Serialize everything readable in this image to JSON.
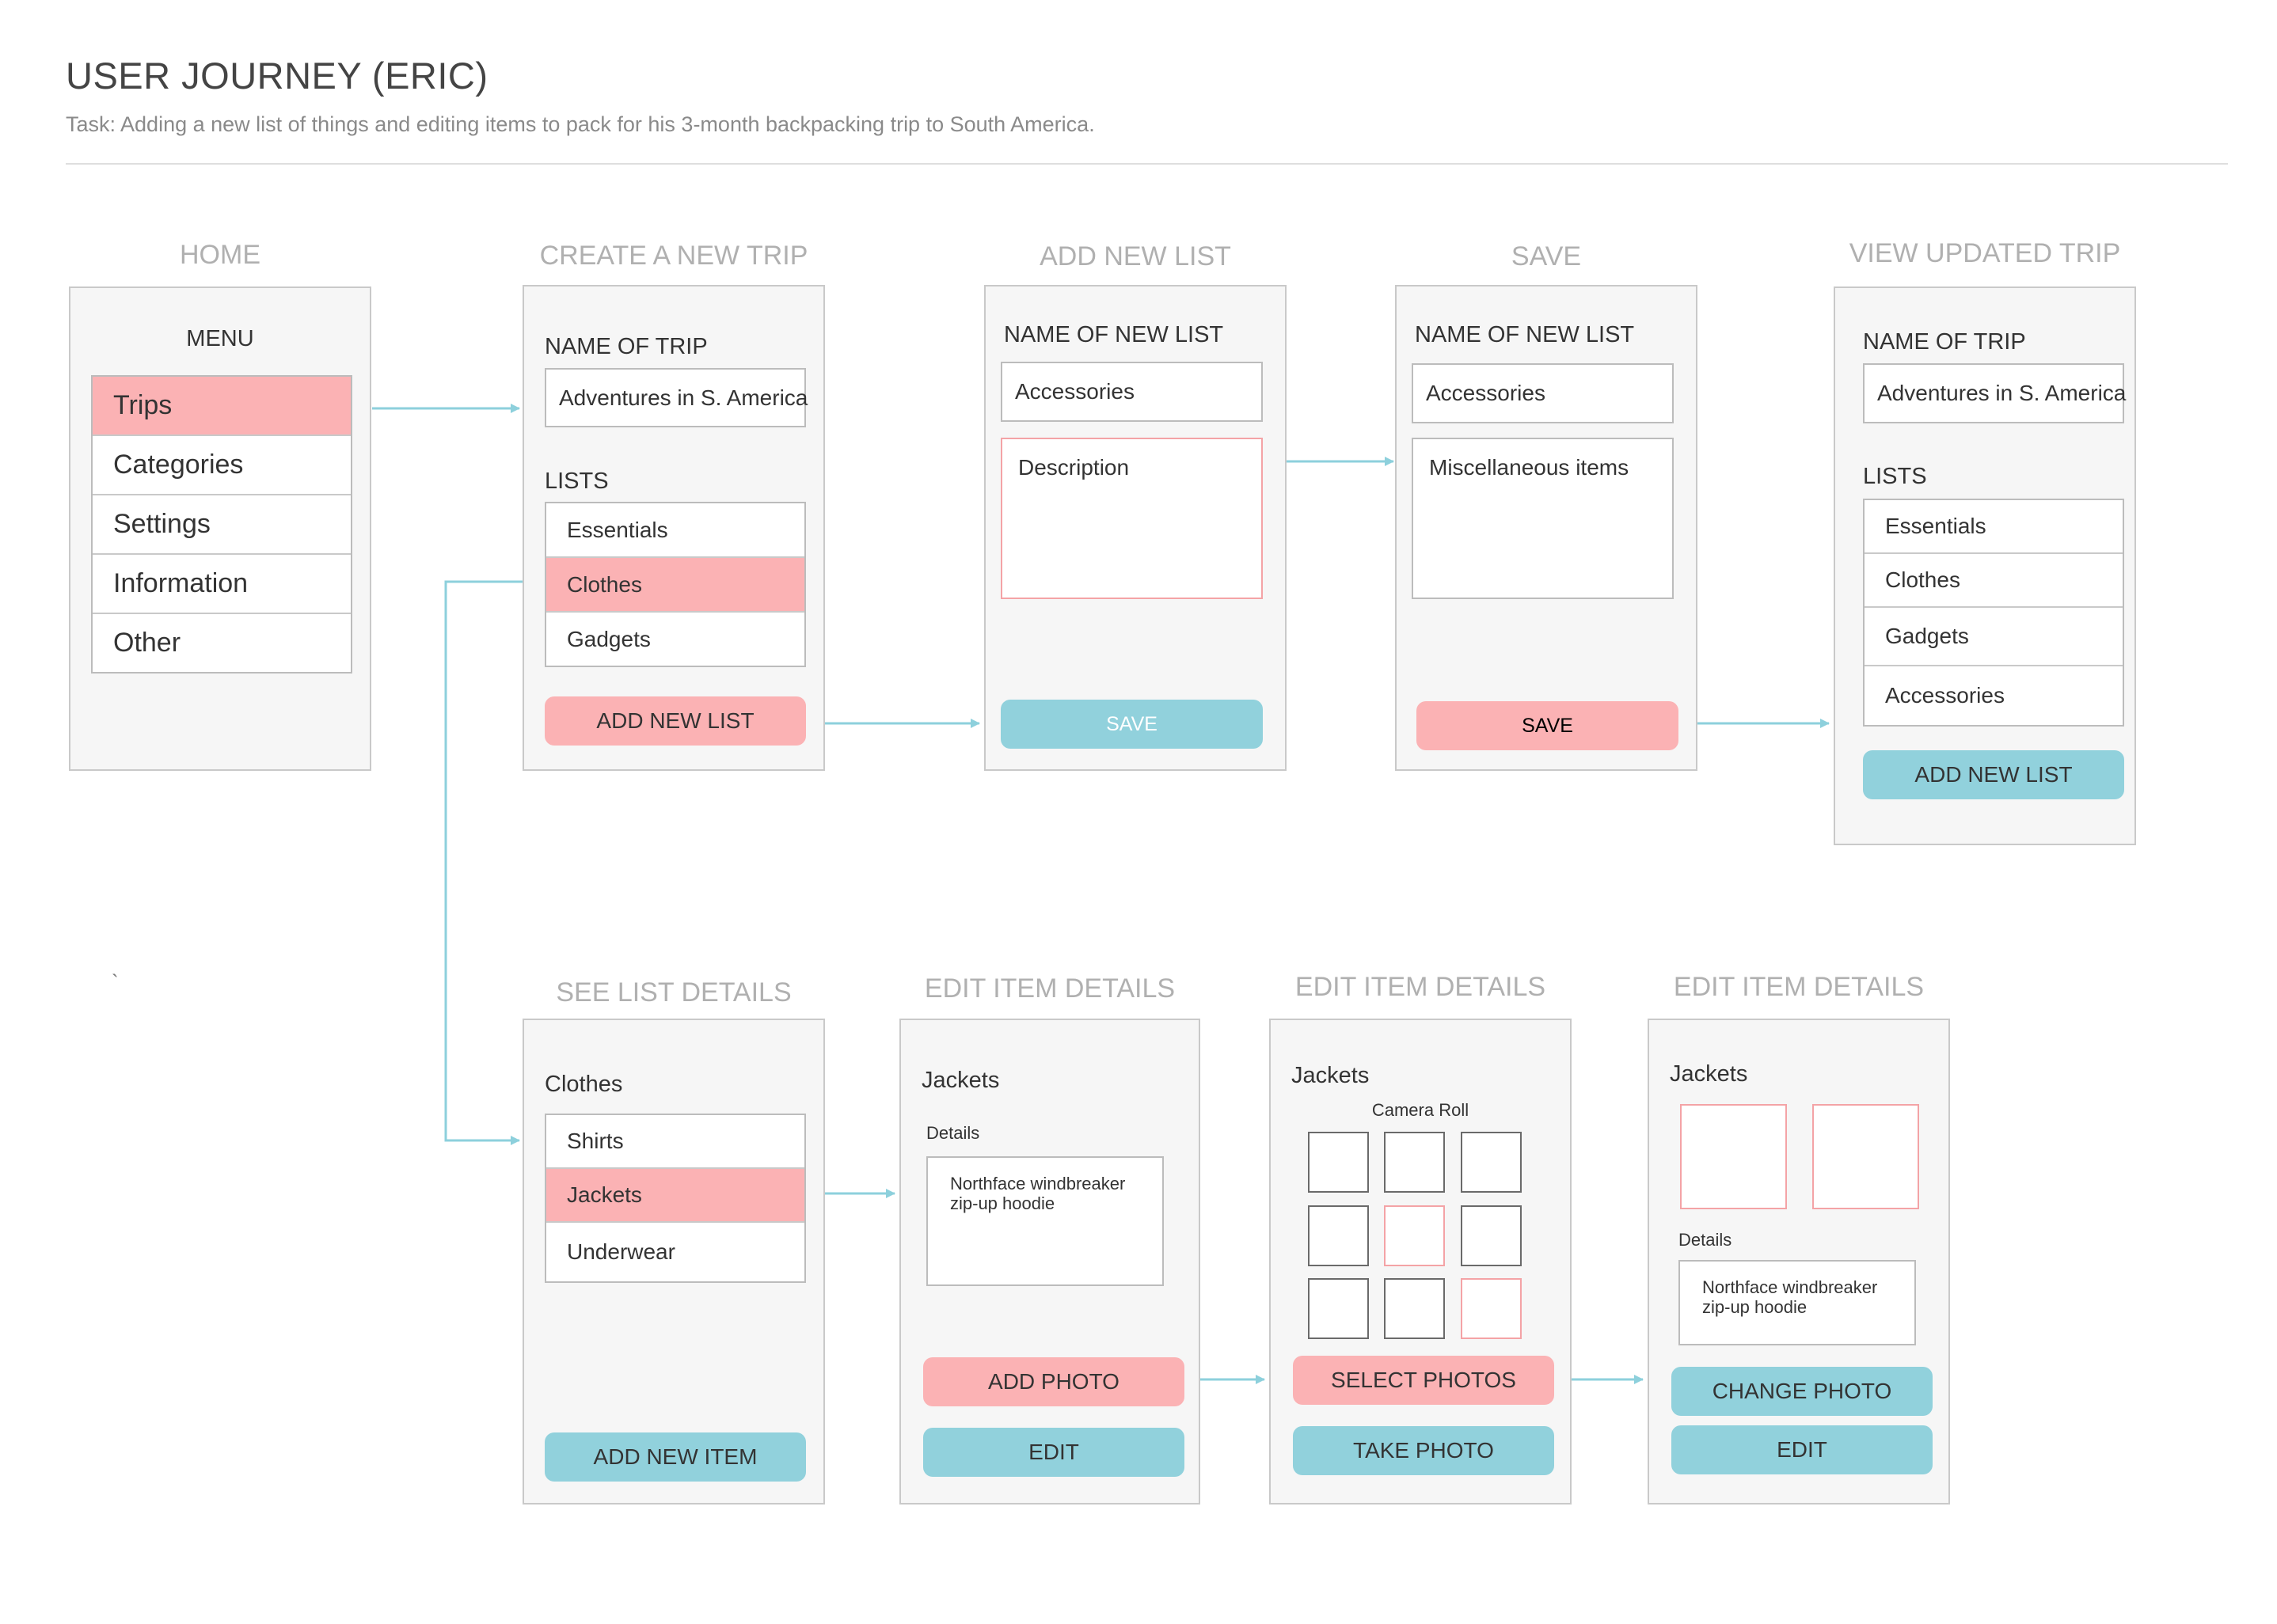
{
  "header": {
    "title": "USER JOURNEY (ERIC)",
    "subtitle": "Task: Adding a new list of things and editing items to pack for his 3-month backpacking trip to South America.",
    "stray_mark": "`"
  },
  "colors": {
    "accent_pink": "#fbb2b4",
    "accent_blue": "#91d1dc",
    "arrow": "#8dd0dc"
  },
  "screens": {
    "home": {
      "title": "HOME",
      "menu_label": "MENU",
      "menu_items": [
        "Trips",
        "Categories",
        "Settings",
        "Information",
        "Other"
      ]
    },
    "create_trip": {
      "title": "CREATE A NEW TRIP",
      "name_label": "NAME OF TRIP",
      "name_value": "Adventures in S. America",
      "lists_label": "LISTS",
      "lists": [
        "Essentials",
        "Clothes",
        "Gadgets"
      ],
      "button": "ADD NEW LIST"
    },
    "add_list": {
      "title": "ADD NEW LIST",
      "name_label": "NAME OF NEW LIST",
      "name_value": "Accessories",
      "description_placeholder": "Description",
      "button": "SAVE"
    },
    "save": {
      "title": "SAVE",
      "name_label": "NAME OF NEW LIST",
      "name_value": "Accessories",
      "description_value": "Miscellaneous items",
      "button": "SAVE"
    },
    "view_trip": {
      "title": "VIEW UPDATED TRIP",
      "name_label": "NAME OF TRIP",
      "name_value": "Adventures in S. America",
      "lists_label": "LISTS",
      "lists": [
        "Essentials",
        "Clothes",
        "Gadgets",
        "Accessories"
      ],
      "button": "ADD NEW LIST"
    },
    "list_details": {
      "title": "SEE LIST DETAILS",
      "heading": "Clothes",
      "items": [
        "Shirts",
        "Jackets",
        "Underwear"
      ],
      "button": "ADD NEW ITEM"
    },
    "edit_item_1": {
      "title": "EDIT ITEM DETAILS",
      "heading": "Jackets",
      "details_label": "Details",
      "details_line1": "Northface windbreaker",
      "details_line2": "zip-up hoodie",
      "button_primary": "ADD PHOTO",
      "button_secondary": "EDIT"
    },
    "edit_item_2": {
      "title": "EDIT ITEM DETAILS",
      "heading": "Jackets",
      "camera_roll_label": "Camera Roll",
      "button_primary": "SELECT PHOTOS",
      "button_secondary": "TAKE PHOTO"
    },
    "edit_item_3": {
      "title": "EDIT ITEM DETAILS",
      "heading": "Jackets",
      "details_label": "Details",
      "details_line1": "Northface windbreaker",
      "details_line2": "zip-up hoodie",
      "button_primary": "CHANGE PHOTO",
      "button_secondary": "EDIT"
    }
  }
}
